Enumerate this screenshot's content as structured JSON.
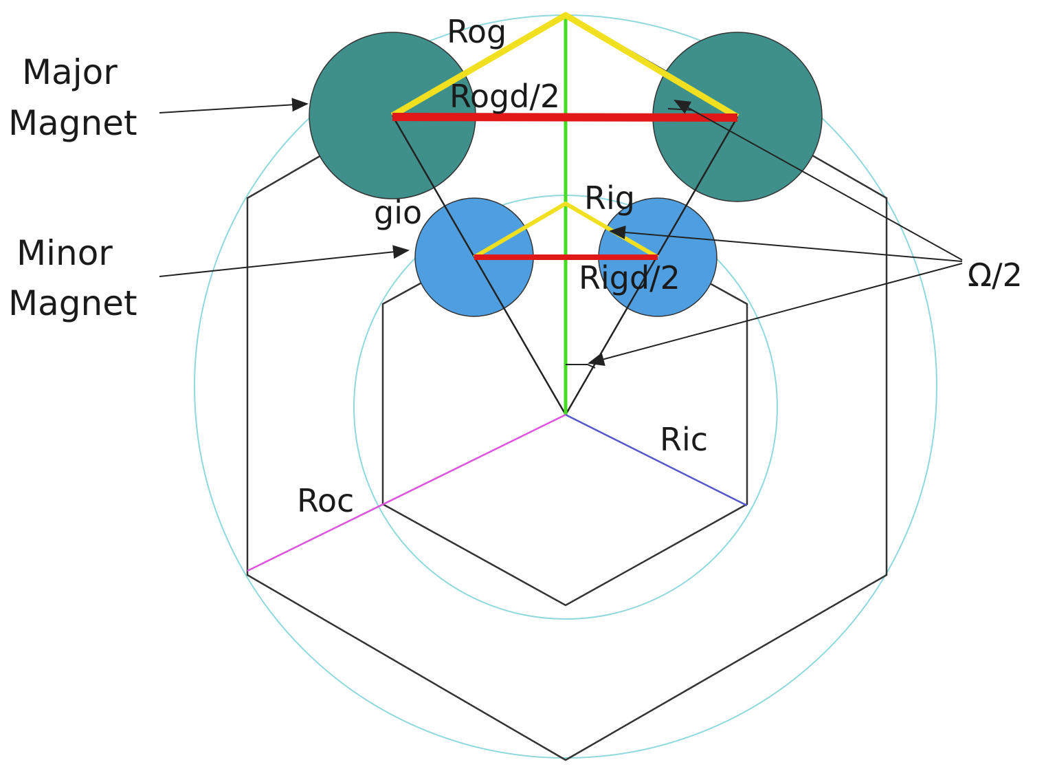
{
  "labels": {
    "major_magnet_line1": "Major",
    "major_magnet_line2": "Magnet",
    "minor_magnet_line1": "Minor",
    "minor_magnet_line2": "Magnet",
    "rog": "Rog",
    "rogd_half": "Rogd/2",
    "rig": "Rig",
    "rigd_half": "Rigd/2",
    "gio": "gio",
    "omega_half": "Ω/2",
    "ric": "Ric",
    "roc": "Roc"
  },
  "colors": {
    "major_magnet_fill": "#3f8f8a",
    "minor_magnet_fill": "#4f9fe0",
    "magnet_outline": "#333333",
    "outer_chord_yellow": "#f0e020",
    "gap_red": "#e01818",
    "axis_green": "#44dd22",
    "ric_line": "#5555cc",
    "roc_line": "#dd55dd",
    "guide_circle": "#8fd8dc",
    "hexagon": "#333333"
  }
}
